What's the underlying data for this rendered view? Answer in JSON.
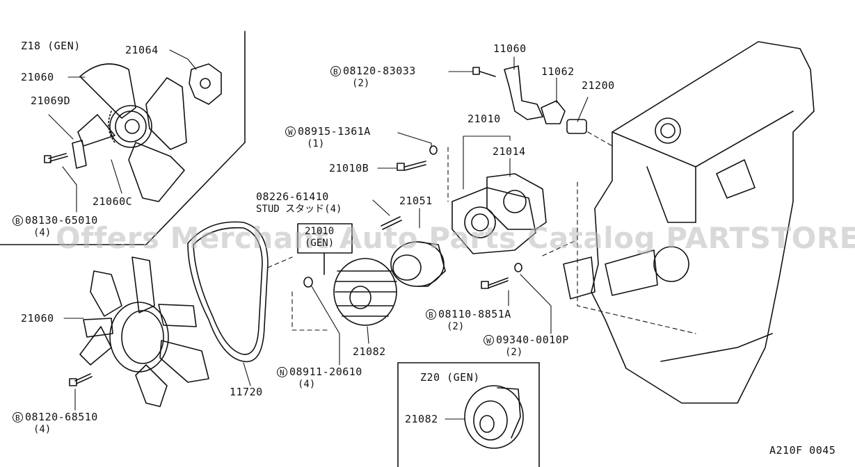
{
  "watermark": "Offers Merchant Auto Parts Catalog PARTSTORE.SA",
  "diagram_code": "A210F 0045",
  "sections": {
    "z18": "Z18 (GEN)",
    "z20": "Z20 (GEN)",
    "inset_code": "21010",
    "inset_gen": "(GEN)"
  },
  "labels": {
    "p21064": "21064",
    "p21060_top": "21060",
    "p21069d": "21069D",
    "p21060c": "21060C",
    "b08130": "08130-65010",
    "b08130_qty": "(4)",
    "b08120_83033": "08120-83033",
    "b08120_83033_qty": "(2)",
    "p11060": "11060",
    "p11062": "11062",
    "p21200": "21200",
    "w08915": "08915-1361A",
    "w08915_qty": "(1)",
    "p21010": "21010",
    "p21014": "21014",
    "p21010b": "21010B",
    "p08226": "08226-61410",
    "stud": "STUD スタッド(4)",
    "p21051": "21051",
    "p21060_low": "21060",
    "b08110": "08110-8851A",
    "b08110_qty": "(2)",
    "w09340": "09340-0010P",
    "w09340_qty": "(2)",
    "p21082": "21082",
    "n08911": "08911-20610",
    "n08911_qty": "(4)",
    "p11720": "11720",
    "b08120_68510": "08120-68510",
    "b08120_68510_qty": "(4)",
    "p21082_z20": "21082"
  },
  "markers": {
    "bolt": "B",
    "washer": "W",
    "nut": "N"
  }
}
